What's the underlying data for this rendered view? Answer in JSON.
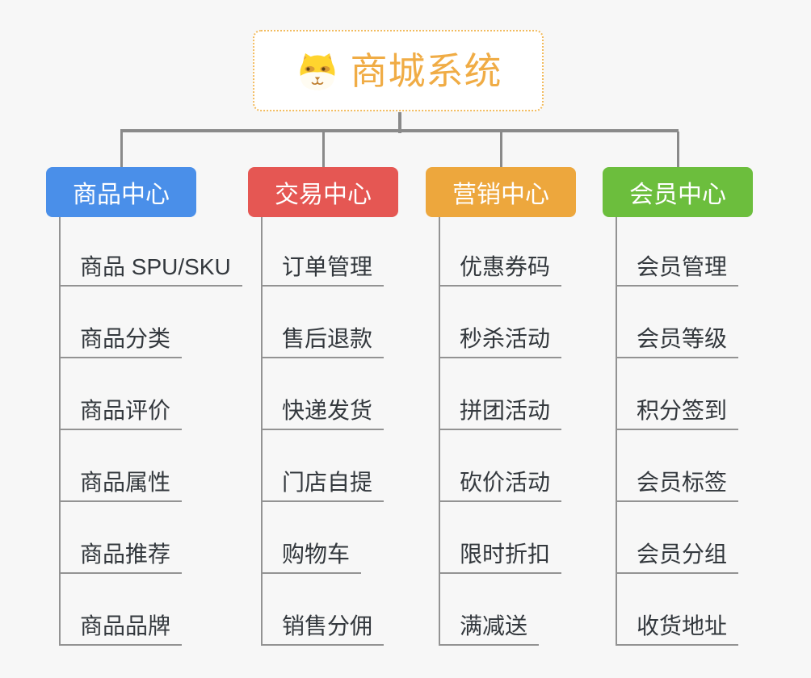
{
  "root": {
    "title": "商城系统",
    "icon": "shiba-dog-icon",
    "title_color": "#F0AC45",
    "border_color": "#F2BB5E",
    "background": "#FFFFFF"
  },
  "branches": [
    {
      "label": "商品中心",
      "color": "#4A8FE9",
      "items": [
        "商品 SPU/SKU",
        "商品分类",
        "商品评价",
        "商品属性",
        "商品推荐",
        "商品品牌"
      ]
    },
    {
      "label": "交易中心",
      "color": "#E55753",
      "items": [
        "订单管理",
        "售后退款",
        "快递发货",
        "门店自提",
        "购物车",
        "销售分佣"
      ]
    },
    {
      "label": "营销中心",
      "color": "#EDA73D",
      "items": [
        "优惠券码",
        "秒杀活动",
        "拼团活动",
        "砍价活动",
        "限时折扣",
        "满减送"
      ]
    },
    {
      "label": "会员中心",
      "color": "#6CBE3D",
      "items": [
        "会员管理",
        "会员等级",
        "积分签到",
        "会员标签",
        "会员分组",
        "收货地址"
      ]
    }
  ],
  "style": {
    "canvas_background": "#F7F7F7",
    "connector_color": "#8A8A8A",
    "leaf_line_color": "#939393",
    "leaf_text_color": "#33383D",
    "header_text_color": "#FFFFFF"
  }
}
